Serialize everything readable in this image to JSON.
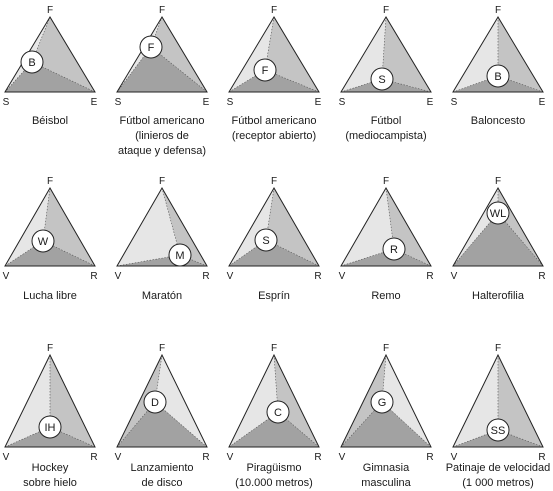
{
  "panels": [
    {
      "marker": "B",
      "vertices": [
        "F",
        "S",
        "E"
      ],
      "caption": [
        "Béisbol"
      ]
    },
    {
      "marker": "F",
      "vertices": [
        "F",
        "S",
        "E"
      ],
      "caption": [
        "Fútbol americano",
        "(linieros de",
        "ataque y defensa)"
      ]
    },
    {
      "marker": "F",
      "vertices": [
        "F",
        "S",
        "E"
      ],
      "caption": [
        "Fútbol americano",
        "(receptor abierto)"
      ]
    },
    {
      "marker": "S",
      "vertices": [
        "F",
        "S",
        "E"
      ],
      "caption": [
        "Fútbol",
        "(mediocampista)"
      ]
    },
    {
      "marker": "B",
      "vertices": [
        "F",
        "S",
        "E"
      ],
      "caption": [
        "Baloncesto"
      ]
    },
    {
      "marker": "W",
      "vertices": [
        "F",
        "V",
        "R"
      ],
      "caption": [
        "Lucha libre"
      ]
    },
    {
      "marker": "M",
      "vertices": [
        "F",
        "V",
        "R"
      ],
      "caption": [
        "Maratón"
      ]
    },
    {
      "marker": "S",
      "vertices": [
        "F",
        "V",
        "R"
      ],
      "caption": [
        "Esprín"
      ]
    },
    {
      "marker": "R",
      "vertices": [
        "F",
        "V",
        "R"
      ],
      "caption": [
        "Remo"
      ]
    },
    {
      "marker": "WL",
      "vertices": [
        "F",
        "V",
        "R"
      ],
      "caption": [
        "Halterofilia"
      ]
    },
    {
      "marker": "IH",
      "vertices": [
        "F",
        "V",
        "R"
      ],
      "caption": [
        "Hockey",
        "sobre hielo"
      ]
    },
    {
      "marker": "D",
      "vertices": [
        "F",
        "V",
        "R"
      ],
      "caption": [
        "Lanzamiento",
        "de disco"
      ]
    },
    {
      "marker": "C",
      "vertices": [
        "F",
        "V",
        "R"
      ],
      "caption": [
        "Piragüismo",
        "(10.000 metros)"
      ]
    },
    {
      "marker": "G",
      "vertices": [
        "F",
        "V",
        "R"
      ],
      "caption": [
        "Gimnasia",
        "masculina"
      ]
    },
    {
      "marker": "SS",
      "vertices": [
        "F",
        "V",
        "R"
      ],
      "caption": [
        "Patinaje de velocidad",
        "(1 000 metros)"
      ]
    }
  ],
  "colors": {
    "outline": "#222222",
    "shade_light": "#e6e6e6",
    "shade_mid": "#c4c4c4",
    "shade_dark": "#a2a2a2",
    "marker_fill": "#ffffff"
  }
}
